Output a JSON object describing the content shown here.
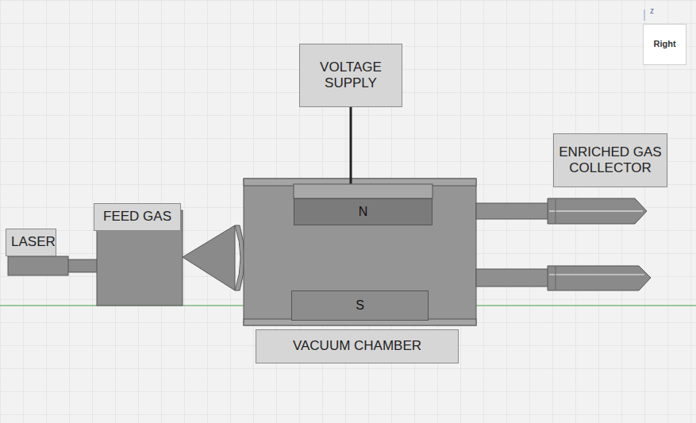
{
  "diagram": {
    "nodes": [
      {
        "text": [
          "Right"
        ]
      },
      {
        "text": [
          "VOLTAGE SUPPLY"
        ]
      },
      {
        "text": [
          "ENRICHED GAS COLLECTOR"
        ]
      },
      {
        "text": [
          "N"
        ]
      },
      {
        "text": [
          "FEED GAS"
        ]
      },
      {
        "text": [
          "LASER"
        ]
      },
      {
        "text": [
          "S"
        ]
      },
      {
        "text": [
          "VACUUM CHAMBER"
        ]
      }
    ],
    "edges": [
      {
        "from": 1,
        "to": 3,
        "arrow": "none"
      }
    ],
    "labels": [
      "z"
    ]
  }
}
